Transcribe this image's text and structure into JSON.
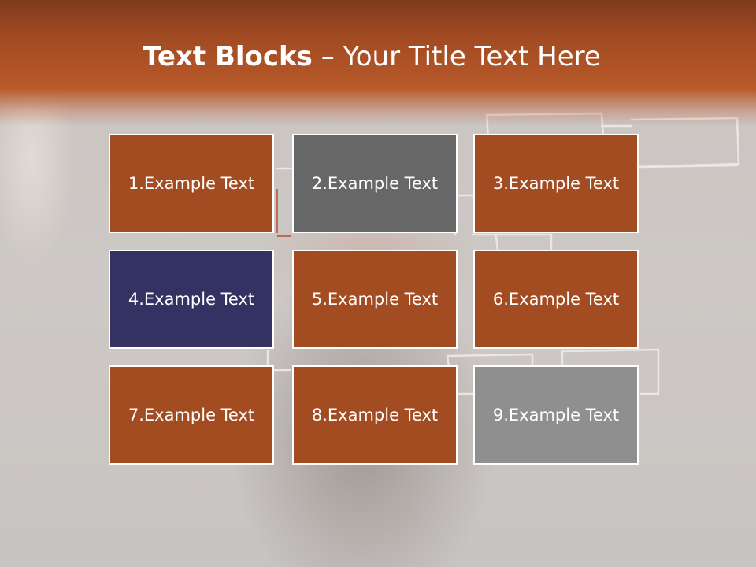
{
  "slide": {
    "title_bold": "Text Blocks",
    "title_rest": " – Your Title Text Here"
  },
  "blocks": [
    {
      "label": "1.Example Text",
      "color": "#a34b21"
    },
    {
      "label": "2.Example Text",
      "color": "#676767"
    },
    {
      "label": "3.Example Text",
      "color": "#a34b21"
    },
    {
      "label": "4.Example Text",
      "color": "#343163"
    },
    {
      "label": "5.Example Text",
      "color": "#a34b21"
    },
    {
      "label": "6.Example Text",
      "color": "#a34b21"
    },
    {
      "label": "7.Example Text",
      "color": "#a34b21"
    },
    {
      "label": "8.Example Text",
      "color": "#a34b21"
    },
    {
      "label": "9.Example Text",
      "color": "#8f8f8f"
    }
  ],
  "colors": {
    "header_dark": "#7e3c1c",
    "header_light": "#b85a2a",
    "block_border": "#ffffff"
  }
}
